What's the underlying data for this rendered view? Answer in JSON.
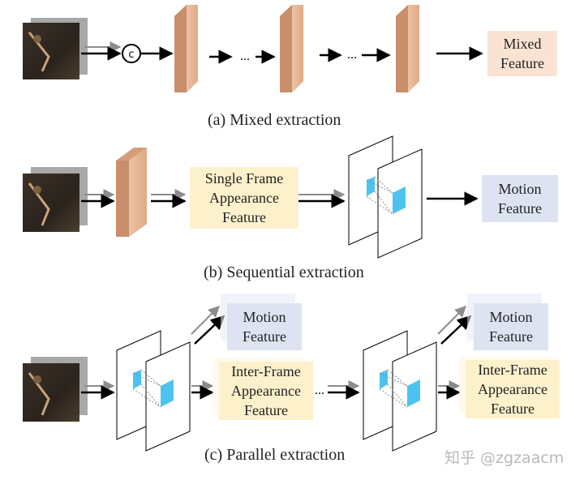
{
  "colors": {
    "mixed_feature": "#fbe3d3",
    "appearance_feature": "#fdf1cc",
    "motion_feature": "#dde3f1",
    "conv_block": "#e8b998",
    "cube": "#4cc3ef",
    "arrow": "#000000",
    "arrow_secondary": "#8c8c8c"
  },
  "concat_symbol": "c",
  "ellipsis": "...",
  "sections": {
    "a": {
      "caption": "(a) Mixed extraction",
      "output_label": "Mixed\nFeature"
    },
    "b": {
      "caption": "(b) Sequential extraction",
      "middle_label": "Single Frame\nAppearance\nFeature",
      "output_label": "Motion\nFeature"
    },
    "c": {
      "caption": "(c) Parallel extraction",
      "motion_label": "Motion\nFeature",
      "appearance_label": "Inter-Frame\nAppearance\nFeature"
    }
  },
  "watermark": "知乎 @zgzaacm"
}
